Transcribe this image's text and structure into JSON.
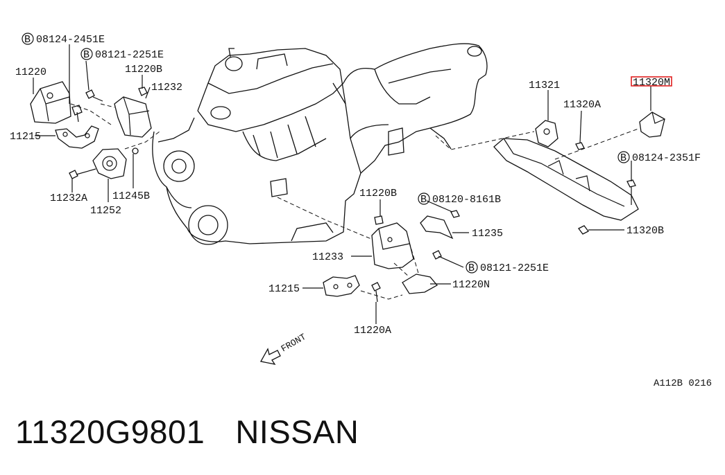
{
  "diagram": {
    "code": "A112B 0216",
    "front": "FRONT",
    "bolt_marker": "B",
    "labels": {
      "l11220": "11220",
      "l08124_2451E": "08124-2451E",
      "l08121_2251E_a": "08121-2251E",
      "l11220B_a": "11220B",
      "l11232": "11232",
      "l11215_a": "11215",
      "l11232A": "11232A",
      "l11245B": "11245B",
      "l11252": "11252",
      "l11321": "11321",
      "l11320A": "11320A",
      "l11320M": "11320M",
      "l08124_2351F": "08124-2351F",
      "l11320B": "11320B",
      "l11220B_b": "11220B",
      "l08120_8161B": "08120-8161B",
      "l11235": "11235",
      "l11233": "11233",
      "l08121_2251E_b": "08121-2251E",
      "l11215_b": "11215",
      "l11220N": "11220N",
      "l11220A": "11220A"
    },
    "highlight_color": "#e02020"
  },
  "footer": {
    "part_number": "11320G9801",
    "brand": "NISSAN"
  }
}
